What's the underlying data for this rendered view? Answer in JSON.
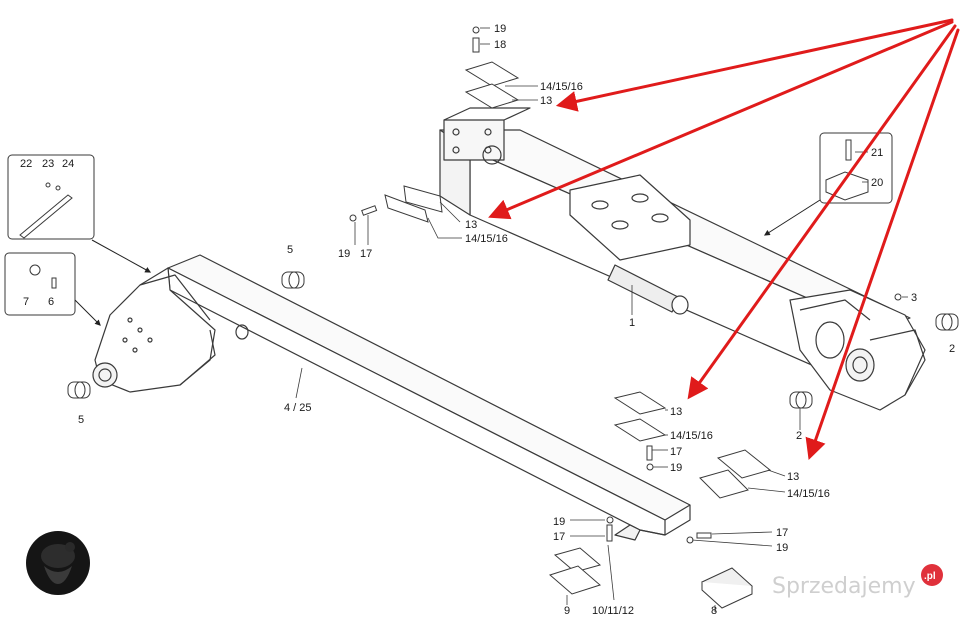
{
  "callouts": {
    "c19a": "19",
    "c18": "18",
    "c14a": "14/15/16",
    "c13a": "13",
    "c21": "21",
    "c20": "20",
    "c22": "22",
    "c23": "23",
    "c24": "24",
    "c13b": "13",
    "c14b": "14/15/16",
    "c19b": "19",
    "c17b": "17",
    "c5a": "5",
    "c7": "7",
    "c6": "6",
    "c1": "1",
    "c3": "3",
    "c2a": "2",
    "c5b": "5",
    "c4": "4 / 25",
    "c2b": "2",
    "c13c": "13",
    "c14c": "14/15/16",
    "c17c": "17",
    "c19c": "19",
    "c13d": "13",
    "c14d": "14/15/16",
    "c19d": "19",
    "c17d": "17",
    "c17e": "17",
    "c19e": "19",
    "c9": "9",
    "c10": "10/11/12",
    "c8": "8"
  },
  "watermark": {
    "brand": "Sprzedajemy",
    "badge": ".pl"
  },
  "colors": {
    "arrow": "#e01b1b",
    "line": "#3a3a3a",
    "badge": "#e0313b",
    "text": "#1a1a1a"
  }
}
